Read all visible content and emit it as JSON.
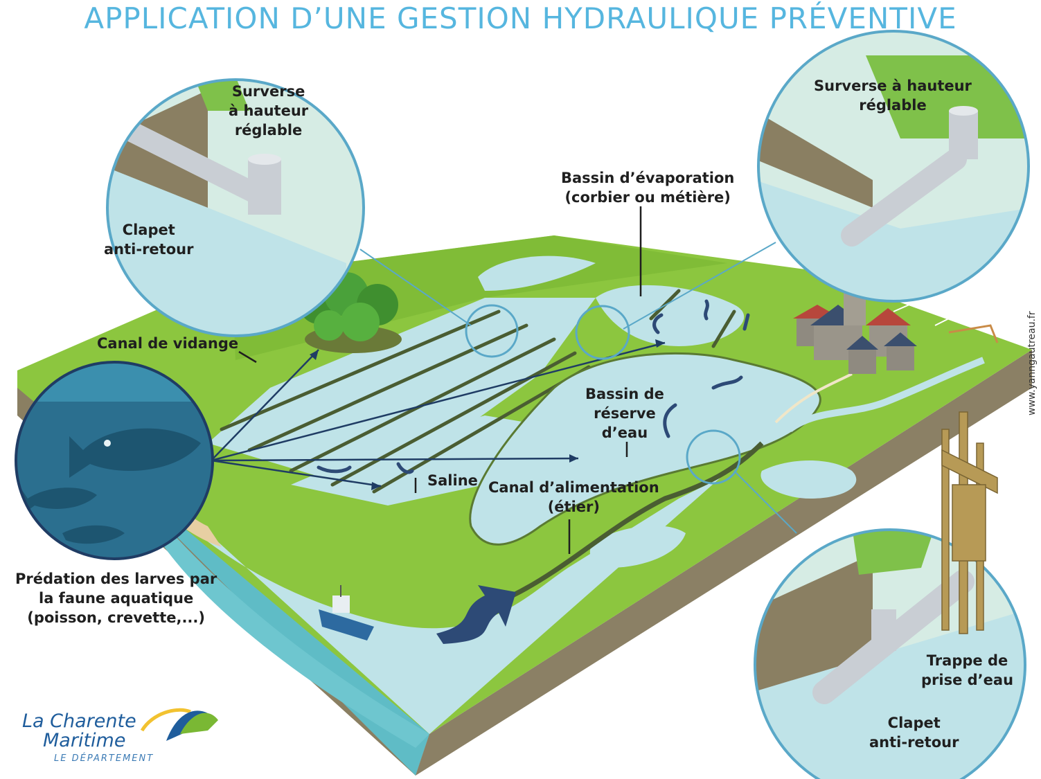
{
  "title": "APPLICATION D’UNE GESTION HYDRAULIQUE PRÉVENTIVE",
  "labels": {
    "surverse_left": [
      "Surverse",
      "à hauteur",
      "réglable"
    ],
    "clapet_left": [
      "Clapet",
      "anti-retour"
    ],
    "surverse_right": [
      "Surverse à hauteur",
      "réglable"
    ],
    "bassin_evaporation": [
      "Bassin d’évaporation",
      "(corbier ou métière)"
    ],
    "canal_vidange": "Canal de vidange",
    "bassin_reserve": [
      "Bassin de",
      "réserve",
      "d’eau"
    ],
    "saline": "Saline",
    "canal_alimentation": [
      "Canal d’alimentation",
      "(étier)"
    ],
    "predation": [
      "Prédation des larves par",
      "la faune aquatique",
      "(poisson, crevette,...)"
    ],
    "trappe": [
      "Trappe de",
      "prise d’eau"
    ],
    "clapet_right": [
      "Clapet",
      "anti-retour"
    ]
  },
  "credit": "www.yanngautreau.fr",
  "logo": {
    "line1": "La Charente",
    "line2": "Maritime",
    "line3": "LE DÉPARTEMENT"
  },
  "colors": {
    "title": "#56b6df",
    "grass": "#8cc63f",
    "water": "#bfe3e8",
    "soil": "#8a7f62",
    "sea": "#5fbcc6",
    "deep_water": "#2b6f8f",
    "arrow": "#1f3c64",
    "logo": "#1f5d9c"
  }
}
